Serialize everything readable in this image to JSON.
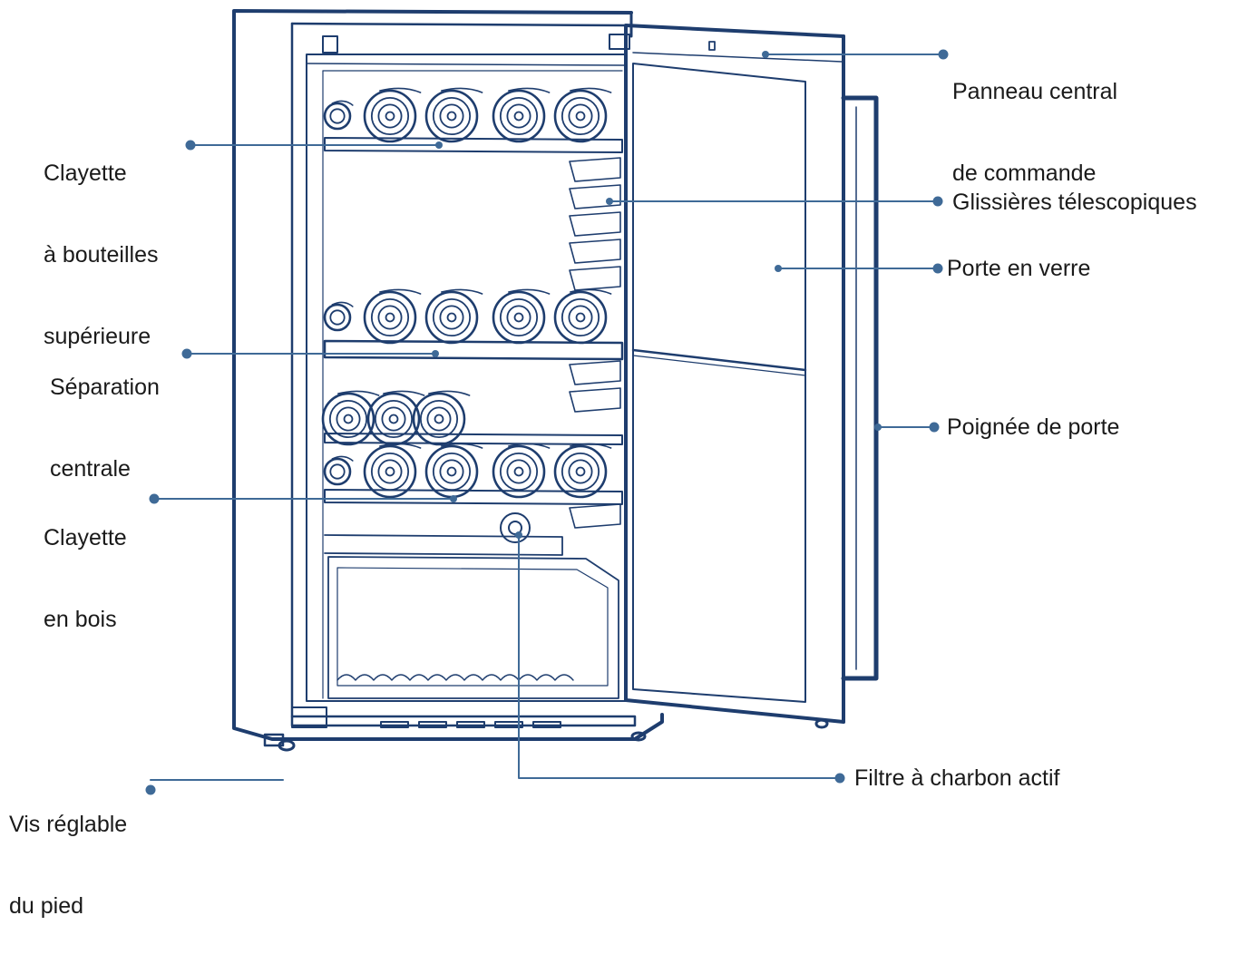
{
  "colors": {
    "outline": "#1e3d6e",
    "leader": "#3f6a97",
    "text": "#1a1a1a",
    "background": "#ffffff"
  },
  "labels": {
    "upper_bottle_shelf": [
      "Clayette",
      "à bouteilles",
      "supérieure"
    ],
    "central_separation": [
      "Séparation",
      "centrale"
    ],
    "wooden_shelf": [
      "Clayette",
      "en bois"
    ],
    "adjustable_foot_screw": [
      "Vis réglable",
      "du pied"
    ],
    "control_panel": [
      "Panneau central",
      "de commande"
    ],
    "telescopic_slides": "Glissières télescopiques",
    "glass_door": "Porte en verre",
    "door_handle": "Poignée de porte",
    "charcoal_filter": "Filtre à charbon actif"
  }
}
